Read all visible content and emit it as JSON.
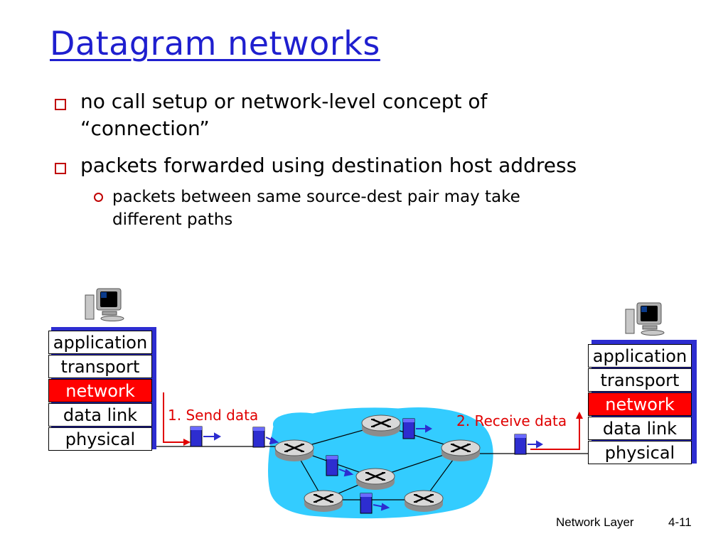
{
  "title": "Datagram networks",
  "bullets": [
    {
      "line1": "no call setup or network-level concept of",
      "line2": "“connection”"
    },
    {
      "line1": "packets forwarded using destination host address"
    }
  ],
  "sub_bullets": [
    {
      "line1": "packets between same source-dest pair may take",
      "line2": "different paths"
    }
  ],
  "sender_stack": [
    "application",
    "transport",
    "network",
    "data link",
    "physical"
  ],
  "receiver_stack": [
    "application",
    "transport",
    "network",
    "data link",
    "physical"
  ],
  "labels": {
    "send": "1. Send data",
    "receive": "2. Receive data"
  },
  "footer": {
    "section": "Network Layer",
    "page": "4-11"
  },
  "colors": {
    "title": "#1f1fcf",
    "highlight": "#ff0000",
    "cloud": "#33ccff",
    "packet": "#2d2dd0"
  },
  "icons": [
    "computer-icon",
    "router-icon",
    "packet-icon"
  ]
}
